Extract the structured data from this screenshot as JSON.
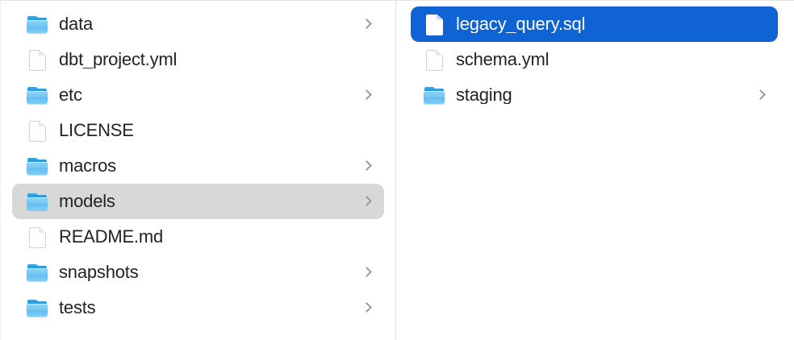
{
  "window": {
    "view_mode": "column-browser",
    "background_color": "#ffffff",
    "divider_color": "#dcdcdc",
    "selection_active_color": "#1063d4",
    "selection_inactive_color": "#d8d8d8",
    "text_color": "#232323",
    "chevron_color": "#9a9a9a"
  },
  "columns": [
    {
      "name": "project-root-column",
      "items": [
        {
          "label": "data",
          "icon": "folder-icon",
          "kind": "folder",
          "has_chevron": true,
          "selected": false,
          "selection_state": "none"
        },
        {
          "label": "dbt_project.yml",
          "icon": "document-icon",
          "kind": "file",
          "has_chevron": false,
          "selected": false,
          "selection_state": "none"
        },
        {
          "label": "etc",
          "icon": "folder-icon",
          "kind": "folder",
          "has_chevron": true,
          "selected": false,
          "selection_state": "none"
        },
        {
          "label": "LICENSE",
          "icon": "document-icon",
          "kind": "file",
          "has_chevron": false,
          "selected": false,
          "selection_state": "none"
        },
        {
          "label": "macros",
          "icon": "folder-icon",
          "kind": "folder",
          "has_chevron": true,
          "selected": false,
          "selection_state": "none"
        },
        {
          "label": "models",
          "icon": "folder-icon",
          "kind": "folder",
          "has_chevron": true,
          "selected": true,
          "selection_state": "inactive"
        },
        {
          "label": "README.md",
          "icon": "document-icon",
          "kind": "file",
          "has_chevron": false,
          "selected": false,
          "selection_state": "none"
        },
        {
          "label": "snapshots",
          "icon": "folder-icon",
          "kind": "folder",
          "has_chevron": true,
          "selected": false,
          "selection_state": "none"
        },
        {
          "label": "tests",
          "icon": "folder-icon",
          "kind": "folder",
          "has_chevron": true,
          "selected": false,
          "selection_state": "none"
        }
      ]
    },
    {
      "name": "models-folder-column",
      "items": [
        {
          "label": "legacy_query.sql",
          "icon": "document-icon",
          "kind": "file",
          "has_chevron": false,
          "selected": true,
          "selection_state": "active"
        },
        {
          "label": "schema.yml",
          "icon": "document-icon",
          "kind": "file",
          "has_chevron": false,
          "selected": false,
          "selection_state": "none"
        },
        {
          "label": "staging",
          "icon": "folder-icon",
          "kind": "folder",
          "has_chevron": true,
          "selected": false,
          "selection_state": "none"
        }
      ]
    }
  ]
}
